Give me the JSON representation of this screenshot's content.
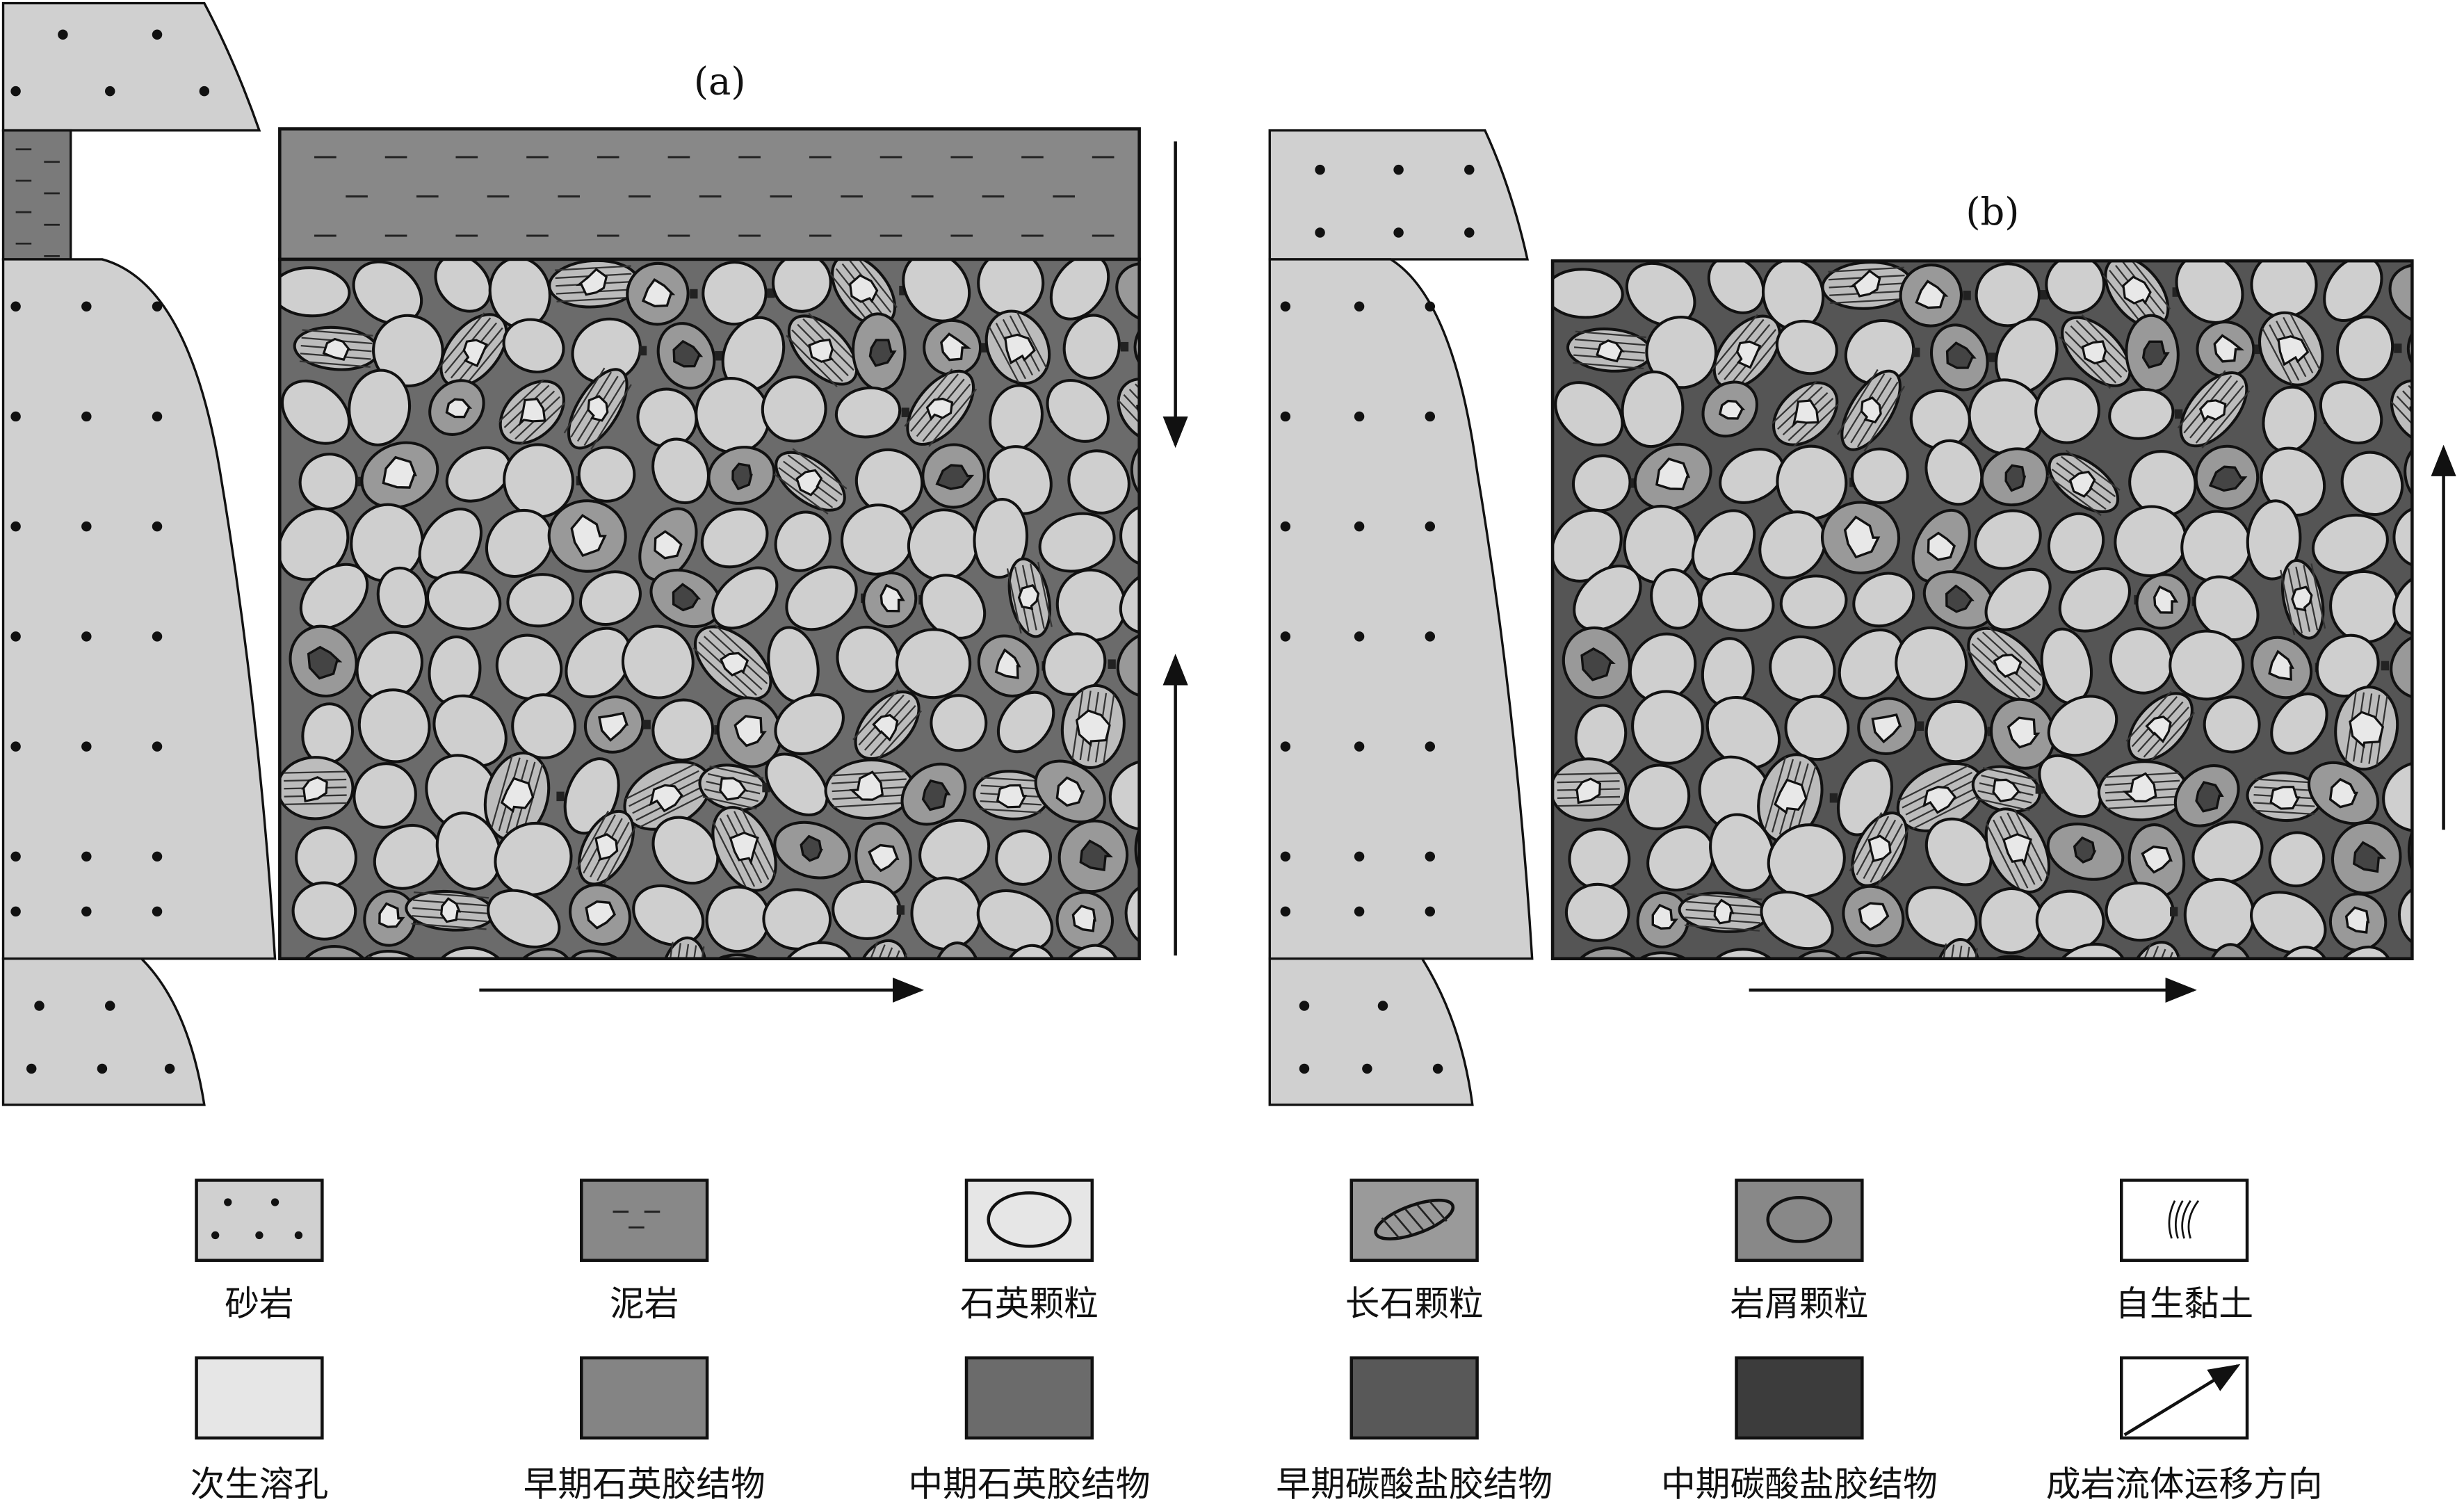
{
  "panels": {
    "a_label": "(a)",
    "b_label": "(b)"
  },
  "legend": [
    {
      "label": "砂岩",
      "symbol": "sandstone",
      "color": "#d0d0d0"
    },
    {
      "label": "泥岩",
      "symbol": "mudstone",
      "color": "#888888"
    },
    {
      "label": "石英颗粒",
      "symbol": "quartz-grain",
      "color": "#e6e6e6"
    },
    {
      "label": "长石颗粒",
      "symbol": "feldspar-grain",
      "color": "#9a9a9a"
    },
    {
      "label": "岩屑颗粒",
      "symbol": "lithic-grain",
      "color": "#888888"
    },
    {
      "label": "自生黏土",
      "symbol": "authigenic-clay",
      "color": "#ffffff"
    },
    {
      "label": "次生溶孔",
      "symbol": "secondary-pore",
      "color": "#e6e6e6"
    },
    {
      "label": "早期石英胶结物",
      "symbol": "early-quartz-cement",
      "color": "#848484"
    },
    {
      "label": "中期石英胶结物",
      "symbol": "middle-quartz-cement",
      "color": "#6b6b6b"
    },
    {
      "label": "早期碳酸盐胶结物",
      "symbol": "early-carbonate-cement",
      "color": "#585858"
    },
    {
      "label": "中期碳酸盐胶结物",
      "symbol": "middle-carbonate-cement",
      "color": "#3c3c3c"
    },
    {
      "label": "成岩流体运移方向",
      "symbol": "fluid-arrow",
      "color": "#ffffff"
    }
  ]
}
